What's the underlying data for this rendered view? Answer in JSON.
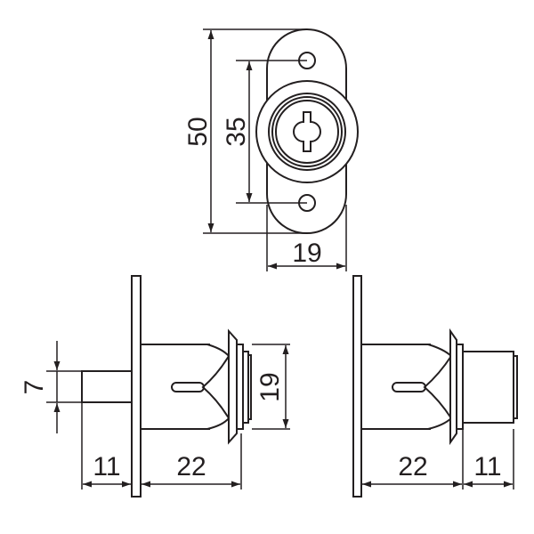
{
  "title": "Push lock technical drawing",
  "colors": {
    "line": "#231f20",
    "background": "#ffffff"
  },
  "front_view": {
    "dimensions": {
      "overall_height": "50",
      "hole_spacing": "35",
      "width": "19"
    }
  },
  "side_view_retracted": {
    "dimensions": {
      "pin_diameter": "7",
      "pin_length": "11",
      "body_length": "22",
      "body_diameter": "19"
    }
  },
  "side_view_extended": {
    "dimensions": {
      "body_length": "22",
      "extension": "11"
    }
  }
}
